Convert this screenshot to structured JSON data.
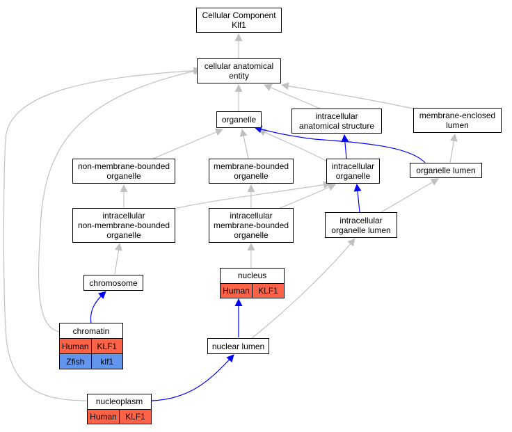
{
  "colors": {
    "grey_edge": "#c0c0c0",
    "blue_edge": "#0000ff",
    "human": "#ff6347",
    "zfish": "#6495ed"
  },
  "nodes": {
    "cc_klf1": "Cellular Component\nKlf1",
    "cellular_anatomical_entity": "cellular anatomical\nentity",
    "organelle": "organelle",
    "intracellular_anatomical_structure": "intracellular\nanatomical structure",
    "membrane_enclosed_lumen": "membrane-enclosed\nlumen",
    "non_membrane_bounded_organelle": "non-membrane-bounded\norganelle",
    "membrane_bounded_organelle": "membrane-bounded\norganelle",
    "intracellular_organelle": "intracellular\norganelle",
    "organelle_lumen": "organelle lumen",
    "intracellular_non_membrane_bounded_organelle": "intracellular\nnon-membrane-bounded\norganelle",
    "intracellular_membrane_bounded_organelle": "intracellular\nmembrane-bounded\norganelle",
    "intracellular_organelle_lumen": "intracellular\norganelle lumen",
    "chromosome": "chromosome",
    "nuclear_lumen": "nuclear lumen"
  },
  "tables": {
    "nucleus": {
      "title": "nucleus",
      "rows": [
        {
          "species": "Human",
          "gene": "KLF1"
        }
      ]
    },
    "chromatin": {
      "title": "chromatin",
      "rows": [
        {
          "species": "Human",
          "gene": "KLF1"
        },
        {
          "species": "Zfish",
          "gene": "klf1"
        }
      ]
    },
    "nucleoplasm": {
      "title": "nucleoplasm",
      "rows": [
        {
          "species": "Human",
          "gene": "KLF1"
        }
      ]
    }
  }
}
